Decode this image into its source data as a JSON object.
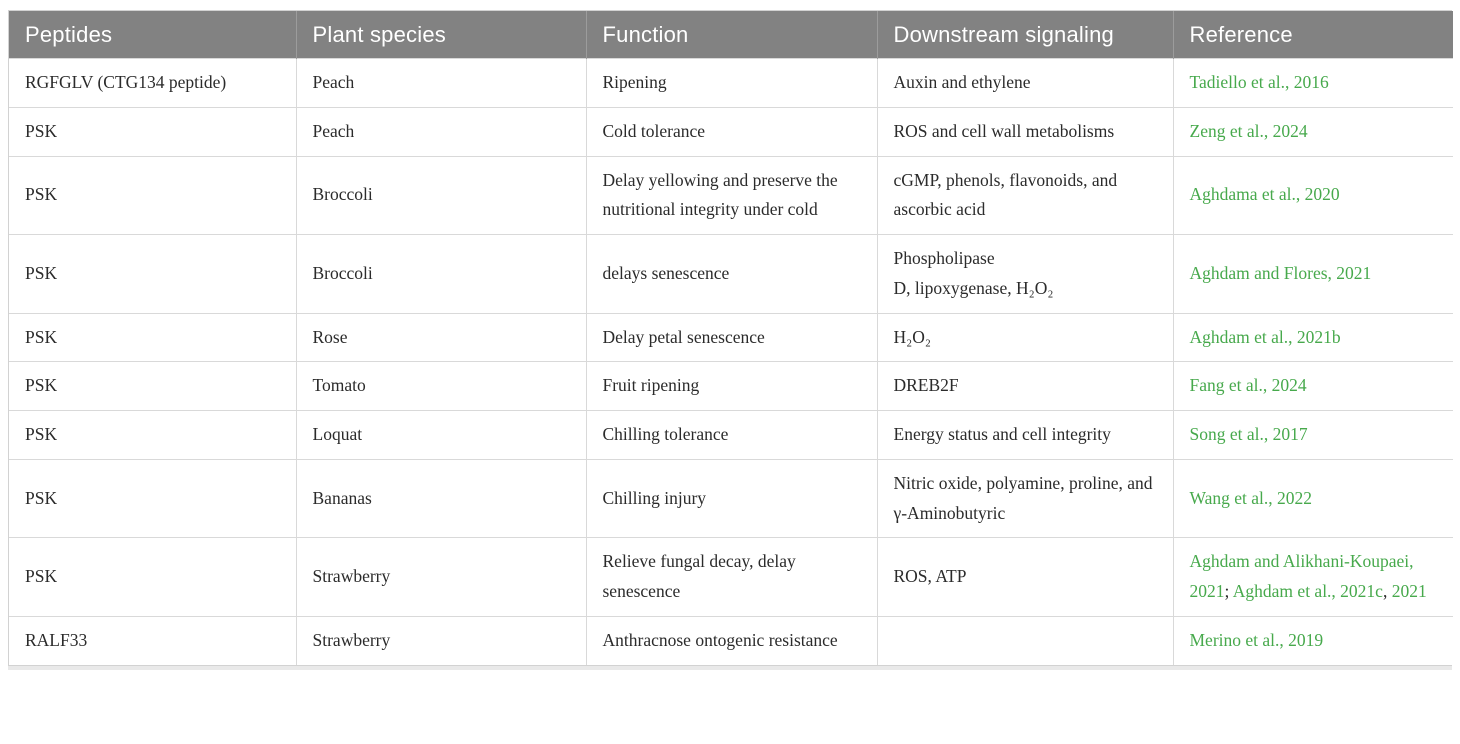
{
  "colors": {
    "header_background": "#828282",
    "header_text": "#ffffff",
    "reference_link_green": "#47a94c",
    "body_text": "#2b2b2b",
    "row_border": "#d9d9d9"
  },
  "table": {
    "columns": [
      "Peptides",
      "Plant species",
      "Function",
      "Downstream signaling",
      "Reference"
    ],
    "rows": [
      {
        "peptide": "RGFGLV (CTG134 peptide)",
        "species": "Peach",
        "function": "Ripening",
        "signaling": "Auxin and ethylene",
        "reference": [
          {
            "text": "Tadiello et al., 2016",
            "link": true
          }
        ]
      },
      {
        "peptide": "PSK",
        "species": "Peach",
        "function": "Cold tolerance",
        "signaling": "ROS and cell wall metabolisms",
        "reference": [
          {
            "text": "Zeng et al., 2024",
            "link": true
          }
        ]
      },
      {
        "peptide": "PSK",
        "species": "Broccoli",
        "function": "Delay yellowing and preserve the nutritional integrity under cold",
        "signaling": "cGMP, phenols, flavonoids, and ascorbic acid",
        "reference": [
          {
            "text": "Aghdama et al., 2020",
            "link": true
          }
        ]
      },
      {
        "peptide": "PSK",
        "species": "Broccoli",
        "function": "delays senescence",
        "signaling": "Phospholipase\nD, lipoxygenase, H₂O₂",
        "reference": [
          {
            "text": "Aghdam and Flores, 2021",
            "link": true
          }
        ]
      },
      {
        "peptide": "PSK",
        "species": "Rose",
        "function": "Delay petal senescence",
        "signaling": "H₂O₂",
        "reference": [
          {
            "text": "Aghdam et al., 2021b",
            "link": true
          }
        ]
      },
      {
        "peptide": "PSK",
        "species": "Tomato",
        "function": "Fruit ripening",
        "signaling": "DREB2F",
        "reference": [
          {
            "text": "Fang et al., 2024",
            "link": true
          }
        ]
      },
      {
        "peptide": "PSK",
        "species": "Loquat",
        "function": "Chilling tolerance",
        "signaling": "Energy status and cell integrity",
        "reference": [
          {
            "text": "Song et al., 2017",
            "link": true
          }
        ]
      },
      {
        "peptide": "PSK",
        "species": "Bananas",
        "function": "Chilling injury",
        "signaling": "Nitric oxide, polyamine, proline, and γ-Aminobutyric",
        "reference": [
          {
            "text": "Wang et al., 2022",
            "link": true
          }
        ]
      },
      {
        "peptide": "PSK",
        "species": "Strawberry",
        "function": "Relieve fungal decay, delay senescence",
        "signaling": "ROS, ATP",
        "reference": [
          {
            "text": "Aghdam and Alikhani-Koupaei, 2021",
            "link": true
          },
          {
            "text": "; ",
            "link": false
          },
          {
            "text": "Aghdam et al., 2021c",
            "link": true
          },
          {
            "text": ", ",
            "link": false
          },
          {
            "text": "2021",
            "link": true
          }
        ]
      },
      {
        "peptide": "RALF33",
        "species": "Strawberry",
        "function": "Anthracnose ontogenic resistance",
        "signaling": "",
        "reference": [
          {
            "text": "Merino et al., 2019",
            "link": true
          }
        ]
      }
    ]
  }
}
